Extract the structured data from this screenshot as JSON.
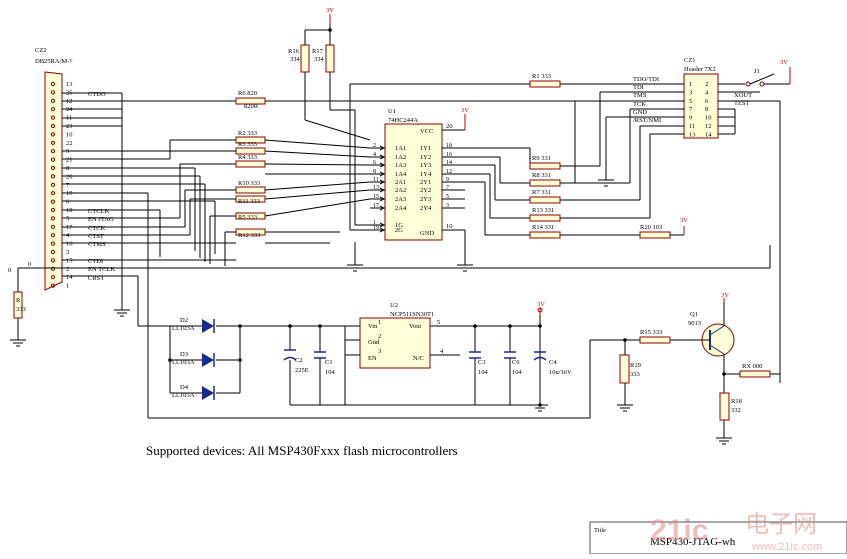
{
  "supported": "Supported devices: All MSP430Fxxx flash microcontrollers",
  "titlebox": {
    "label": "Title",
    "name": "MSP430-JTAG-wh"
  },
  "watermark": {
    "brand": "21ic",
    "cn": "电子网",
    "url": "www.21ic.com"
  },
  "colors": {
    "wire": "#000000",
    "component": "#8b0000",
    "power": "#c00000",
    "fill": "#ffffd8"
  },
  "power": {
    "vcc": "3V"
  },
  "cz2": {
    "ref": "CZ2",
    "part": "DB25RA/M-†",
    "pins": [
      "13",
      "25",
      "12",
      "24",
      "11",
      "23",
      "10",
      "22",
      "9",
      "21",
      "8",
      "20",
      "7",
      "19",
      "6",
      "18",
      "5",
      "17",
      "4",
      "16",
      "3",
      "15",
      "2",
      "14",
      "1"
    ],
    "nets": {
      "ctdo": "CTDO",
      "ctclk": "CTCLK",
      "enjtag": "EN JTAG",
      "ctck": "CTCK",
      "ctst": "CTST",
      "ctms": "CTMS",
      "ctdi": "CTDI",
      "entclk": "EN TCLK",
      "crst": "CRST"
    }
  },
  "u1": {
    "ref": "U1",
    "part": "74HC244A",
    "vcc": "VCC",
    "gnd": "GND",
    "vcc_pin": "20",
    "gnd_pin": "10",
    "left_pins": [
      "2",
      "4",
      "6",
      "8",
      "11",
      "13",
      "15",
      "17",
      "1",
      "19"
    ],
    "left_names": [
      "1A1",
      "1A2",
      "1A3",
      "1A4",
      "2A1",
      "2A2",
      "2A3",
      "2A4",
      "1G",
      "2G"
    ],
    "right_pins": [
      "18",
      "16",
      "14",
      "12",
      "9",
      "7",
      "5",
      "3"
    ],
    "right_names": [
      "1Y1",
      "1Y2",
      "1Y3",
      "1Y4",
      "2Y1",
      "2Y2",
      "2Y3",
      "2Y4"
    ]
  },
  "cz1": {
    "ref": "CZ1",
    "part": "Header 7X2",
    "left_pins": [
      "1",
      "3",
      "5",
      "7",
      "9",
      "11",
      "13"
    ],
    "right_pins": [
      "2",
      "4",
      "6",
      "8",
      "10",
      "12",
      "14"
    ],
    "nets": [
      "TDO/TDI",
      "TDI",
      "TMS",
      "TCK",
      "GND",
      "/RST/NMI"
    ],
    "right_nets": [
      "XOUT",
      "TEST"
    ]
  },
  "j1": {
    "ref": "J1"
  },
  "u2": {
    "ref": "U2",
    "part": "NCP511SN30T1",
    "vin": "Vin",
    "vout": "Vout",
    "gnd": "Gnd",
    "en": "EN",
    "nc": "N/C",
    "pins": [
      "1",
      "5",
      "2",
      "3",
      "4"
    ]
  },
  "q1": {
    "ref": "Q1",
    "part": "9013"
  },
  "resistors": {
    "r1": "R1  333",
    "r6": "R6  820",
    "r6b": "820R",
    "r2": "R2  333",
    "r3": "R3  333",
    "r4": "R4  333",
    "r10": "R10 333",
    "r11": "R11 333",
    "r5": "R5  333",
    "r12": "R12 333",
    "r9": "R9  331",
    "r8": "R8  331",
    "r7": "R7  331",
    "r13": "R13 331",
    "r14": "R14 331",
    "r20": "R20 103",
    "r15": "R15  333",
    "rx": "RX  000",
    "r16": "R16",
    "r16v": "334",
    "r17": "R17",
    "r17v": "334",
    "r": "R",
    "rv": "333",
    "r19": "R19",
    "r19v": "333",
    "r18": "R18",
    "r18v": "332"
  },
  "diodes": [
    {
      "ref": "D2",
      "part": "LL103A"
    },
    {
      "ref": "D3",
      "part": "LL103A"
    },
    {
      "ref": "D4",
      "part": "LL103A"
    }
  ],
  "caps": {
    "c2": "C2",
    "c2v": "225E",
    "c1": "C1",
    "c1v": "104",
    "c3": "C3",
    "c3v": "104",
    "c6": "C6",
    "c6v": "104",
    "c4": "C4",
    "c4v": "10u/16V"
  },
  "misc": {
    "zero_a": "0",
    "zero_b": "0"
  }
}
